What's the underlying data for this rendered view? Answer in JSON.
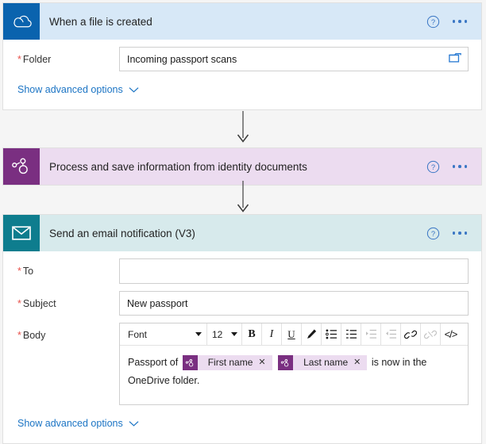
{
  "flow": {
    "steps": [
      {
        "id": "trigger-onedrive",
        "title": "When a file is created",
        "icon": "onedrive-cloud-icon",
        "help_icon": "help-circle-icon",
        "more_icon": "ellipsis-menu-icon",
        "header_bg": "#d7e8f7",
        "icon_bg": "#0a63ae",
        "fields": [
          {
            "label": "Folder",
            "required": true,
            "value": "Incoming passport scans",
            "placeholder": "",
            "picker_icon": "folder-picker-icon"
          }
        ],
        "advanced_label": "Show advanced options",
        "advanced_icon": "chevron-down-icon"
      },
      {
        "id": "action-ai-builder",
        "title": "Process and save information from identity documents",
        "icon": "ai-builder-icon",
        "help_icon": "help-circle-icon",
        "more_icon": "ellipsis-menu-icon",
        "header_bg": "#ecdcf0",
        "icon_bg": "#7a2f81"
      },
      {
        "id": "action-send-email",
        "title": "Send an email notification (V3)",
        "icon": "envelope-icon",
        "help_icon": "help-circle-icon",
        "more_icon": "ellipsis-menu-icon",
        "header_bg": "#d7eaec",
        "icon_bg": "#0e7d8e",
        "fields": [
          {
            "label": "To",
            "required": true,
            "value": "",
            "placeholder": ""
          },
          {
            "label": "Subject",
            "required": true,
            "value": "New passport",
            "placeholder": ""
          },
          {
            "label": "Body",
            "required": true
          }
        ],
        "advanced_label": "Show advanced options",
        "advanced_icon": "chevron-down-icon"
      }
    ],
    "connector_icon": "down-arrow-connector"
  },
  "editor": {
    "font_select": {
      "value": "Font",
      "icon": "chevron-down-icon"
    },
    "size_select": {
      "value": "12",
      "icon": "chevron-down-icon"
    },
    "buttons": [
      {
        "name": "bold-button",
        "glyph": "B",
        "style": "tb-b",
        "disabled": false
      },
      {
        "name": "italic-button",
        "glyph": "I",
        "style": "tb-i",
        "disabled": false
      },
      {
        "name": "underline-button",
        "glyph": "U",
        "style": "tb-u",
        "disabled": false
      },
      {
        "name": "text-color-button",
        "glyph": "",
        "style": "",
        "disabled": false
      },
      {
        "name": "bulleted-list-button",
        "glyph": "",
        "style": "",
        "disabled": false
      },
      {
        "name": "numbered-list-button",
        "glyph": "",
        "style": "",
        "disabled": false
      },
      {
        "name": "indent-button",
        "glyph": "",
        "style": "",
        "disabled": true
      },
      {
        "name": "outdent-button",
        "glyph": "",
        "style": "",
        "disabled": true
      },
      {
        "name": "insert-link-button",
        "glyph": "",
        "style": "",
        "disabled": false
      },
      {
        "name": "remove-link-button",
        "glyph": "",
        "style": "",
        "disabled": true
      },
      {
        "name": "code-view-button",
        "glyph": "</>",
        "style": "tb-code",
        "disabled": false
      }
    ],
    "body": {
      "text_before": "Passport of",
      "token_1": {
        "label": "First name",
        "remove_icon": "close-icon",
        "icon": "ai-builder-token-icon"
      },
      "token_2": {
        "label": "Last name",
        "remove_icon": "close-icon",
        "icon": "ai-builder-token-icon"
      },
      "text_after": "is now in the OneDrive folder."
    }
  },
  "colors": {
    "accent_blue": "#1b74c4",
    "required_red": "#e8514b",
    "onedrive_blue": "#0a63ae",
    "ai_purple": "#7a2f81",
    "email_teal": "#0e7d8e",
    "page_bg": "#f5f5f5"
  }
}
